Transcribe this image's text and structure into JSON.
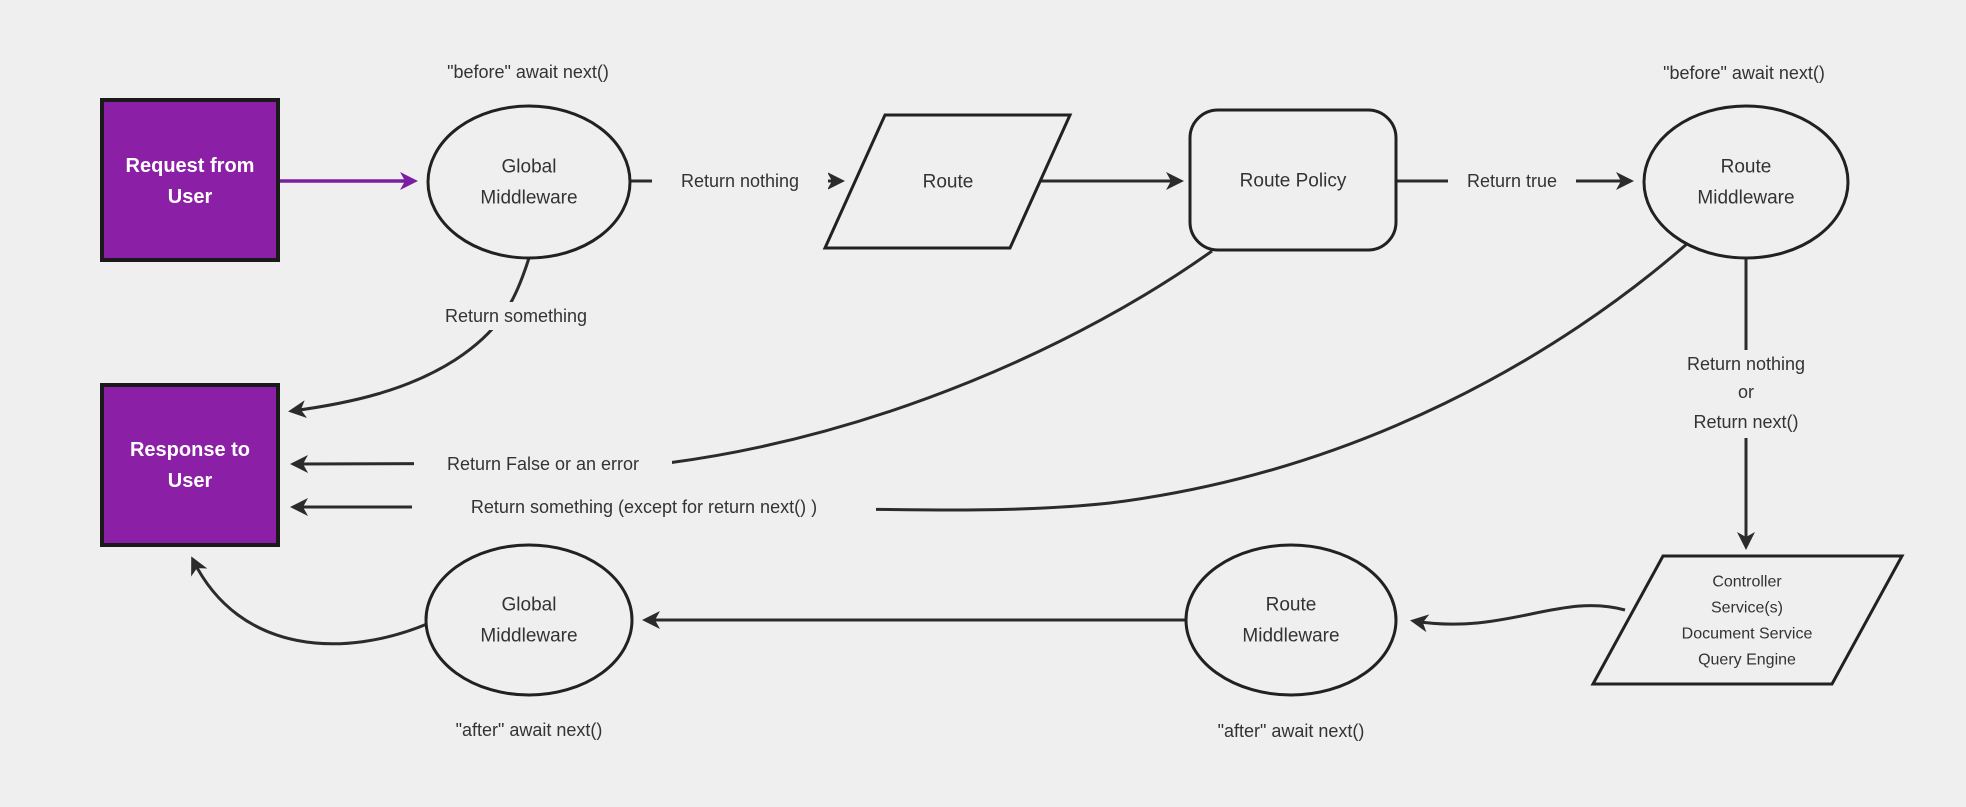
{
  "diagram": {
    "colors": {
      "background": "#efefef",
      "node_fill": "#efefef",
      "node_stroke": "#212121",
      "edge_stroke": "#2b2b2b",
      "text": "#333333",
      "accent_fill": "#8b1fa5",
      "accent_border": "#1a1a1a",
      "accent_text": "#ffffff",
      "accent_arrow": "#7b1fa2"
    },
    "nodes": {
      "request_from_user": {
        "line1": "Request from",
        "line2": "User"
      },
      "global_middleware_top": {
        "line1": "Global",
        "line2": "Middleware"
      },
      "route": {
        "label": "Route"
      },
      "route_policy": {
        "label": "Route Policy"
      },
      "route_middleware_top": {
        "line1": "Route",
        "line2": "Middleware"
      },
      "controller_services": {
        "line1": "Controller",
        "line2": "Service(s)",
        "line3": "Document Service",
        "line4": "Query Engine"
      },
      "route_middleware_bottom": {
        "line1": "Route",
        "line2": "Middleware"
      },
      "global_middleware_bottom": {
        "line1": "Global",
        "line2": "Middleware"
      },
      "response_to_user": {
        "line1": "Response to",
        "line2": "User"
      }
    },
    "edge_labels": {
      "before_await_next_global": "\"before\" await next()",
      "before_await_next_route": "\"before\" await next()",
      "return_nothing": "Return nothing",
      "return_true": "Return true",
      "return_something": "Return something",
      "return_false_or_error": "Return False or an error",
      "return_something_except": "Return something (except for return next() )",
      "return_nothing_or_line1": "Return nothing",
      "return_nothing_or_line2": "or",
      "return_nothing_or_line3": "Return next()",
      "after_await_next_global": "\"after\" await next()",
      "after_await_next_route": "\"after\" await next()"
    }
  }
}
